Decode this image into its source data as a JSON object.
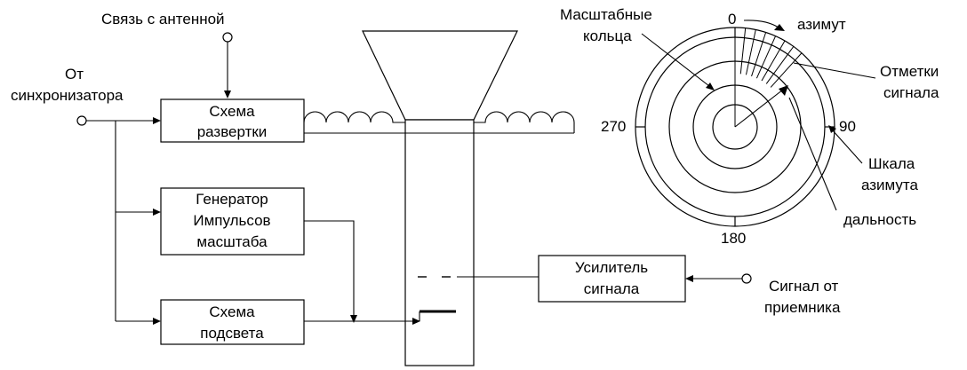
{
  "labels": {
    "antenna": "Связь с антенной",
    "sync_line1": "От",
    "sync_line2": "синхронизатора",
    "receiver_line1": "Сигнал от",
    "receiver_line2": "приемника"
  },
  "blocks": {
    "sweep": [
      "Схема",
      "развертки"
    ],
    "scale_gen": [
      "Генератор",
      "Импульсов",
      "масштаба"
    ],
    "highlight": [
      "Схема",
      "подсвета"
    ],
    "amplifier": [
      "Усилитель",
      "сигнала"
    ]
  },
  "ppi": {
    "azimuth_0": "0",
    "azimuth_90": "90",
    "azimuth_180": "180",
    "azimuth_270": "270",
    "azimuth_label": "азимут",
    "scale_rings": [
      "Масштабные",
      "кольца"
    ],
    "signal_marks": [
      "Отметки",
      "сигнала"
    ],
    "azimuth_scale": [
      "Шкала",
      "азимута"
    ],
    "range": "дальность"
  }
}
